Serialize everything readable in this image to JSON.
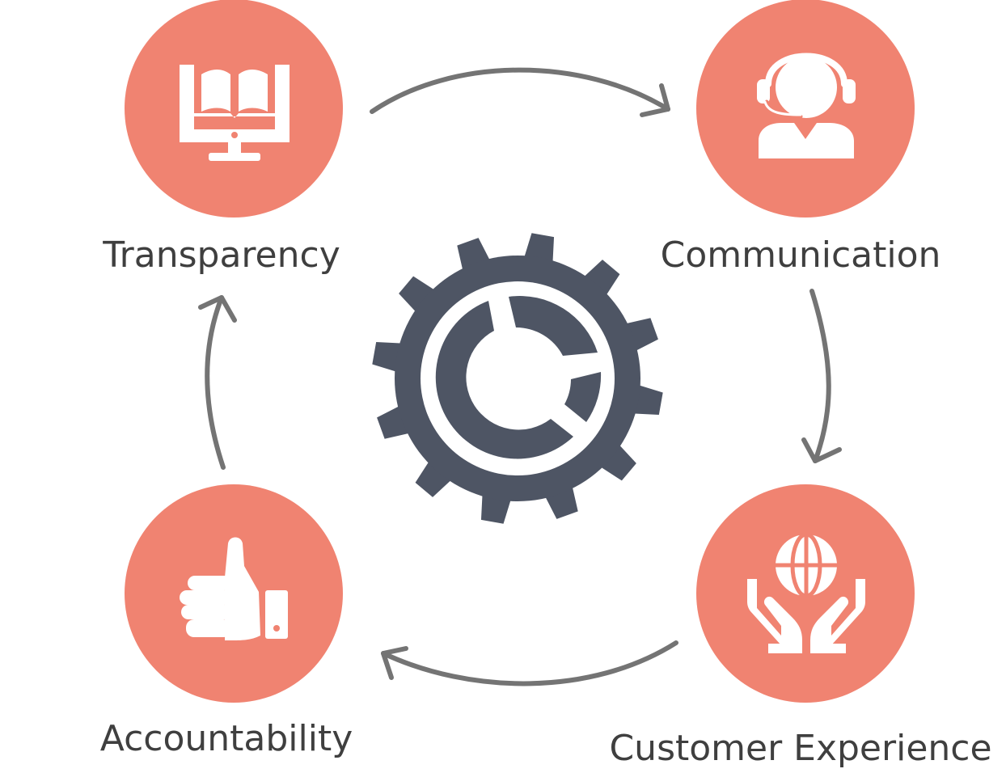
{
  "colors": {
    "circle_fill": "#F08371",
    "icon_fill": "#FFFFFF",
    "arrow_stroke": "#747474",
    "gear_fill": "#4E5564",
    "label_text": "#3F3F3F"
  },
  "center": {
    "icon": "gear-chart-icon"
  },
  "nodes": [
    {
      "id": "transparency",
      "label": "Transparency",
      "icon": "monitor-book-icon"
    },
    {
      "id": "communication",
      "label": "Communication",
      "icon": "headset-agent-icon"
    },
    {
      "id": "customer-experience",
      "label": "Customer Experience",
      "icon": "hands-globe-icon"
    },
    {
      "id": "accountability",
      "label": "Accountability",
      "icon": "thumbs-up-icon"
    }
  ],
  "flow": [
    {
      "from": "transparency",
      "to": "communication"
    },
    {
      "from": "communication",
      "to": "customer-experience"
    },
    {
      "from": "customer-experience",
      "to": "accountability"
    },
    {
      "from": "accountability",
      "to": "transparency"
    }
  ]
}
